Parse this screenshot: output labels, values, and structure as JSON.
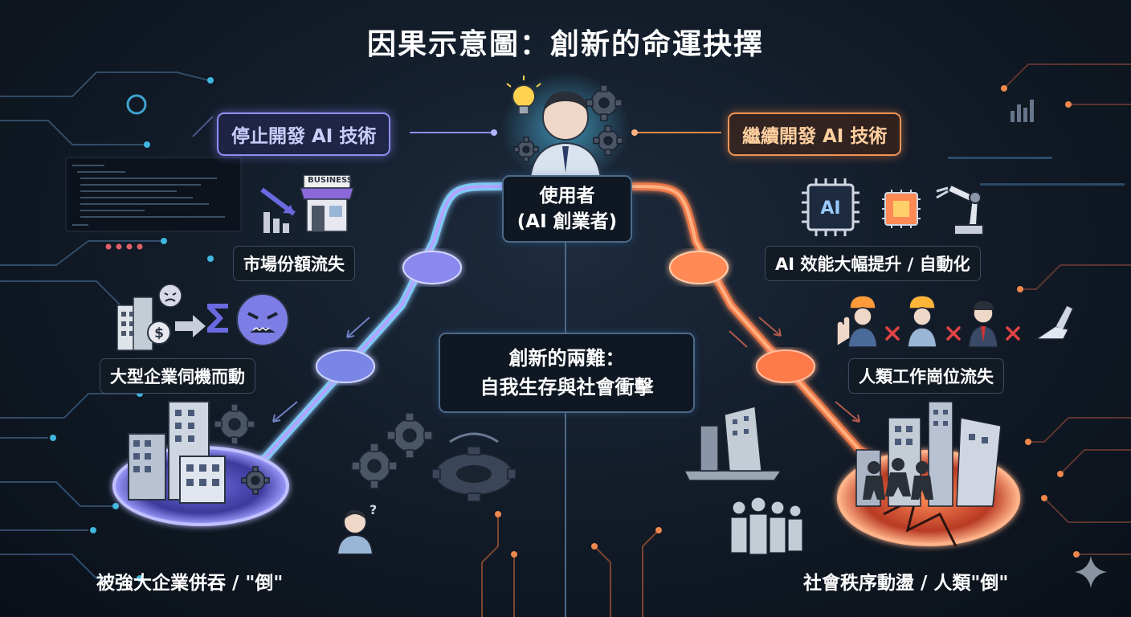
{
  "title": "因果示意圖：創新的命運抉擇",
  "central_node": {
    "line1": "使用者",
    "line2": "(AI 創業者)"
  },
  "dilemma": {
    "line1": "創新的兩難：",
    "line2": "自我生存與社會衝擊"
  },
  "left_branch": {
    "label": "停止開發 AI 技術",
    "steps": [
      "市場份額流失",
      "大型企業伺機而動"
    ],
    "outcome": "被強大企業併吞 / \"倒\"",
    "store_sign": "BUSINESS"
  },
  "right_branch": {
    "label": "繼續開發 AI 技術",
    "steps": [
      "AI 效能大幅提升 / 自動化",
      "人類工作崗位流失"
    ],
    "outcome": "社會秩序動盪 / 人類\"倒\"",
    "chip_text": "AI"
  },
  "colors": {
    "left": "#8e8ef0",
    "right": "#f08a4b",
    "center": "#6aa6d6",
    "background": "#111a26"
  },
  "icons": [
    "lightbulb-icon",
    "person-icon",
    "gear-icon",
    "chip-icon",
    "robot-arm-icon",
    "worker-icon",
    "building-icon",
    "dollar-icon",
    "sigma-icon",
    "angry-face-icon",
    "store-icon",
    "down-arrow-chart-icon",
    "crumbling-city-icon",
    "crowd-icon",
    "question-person-icon",
    "sparkle-icon"
  ]
}
